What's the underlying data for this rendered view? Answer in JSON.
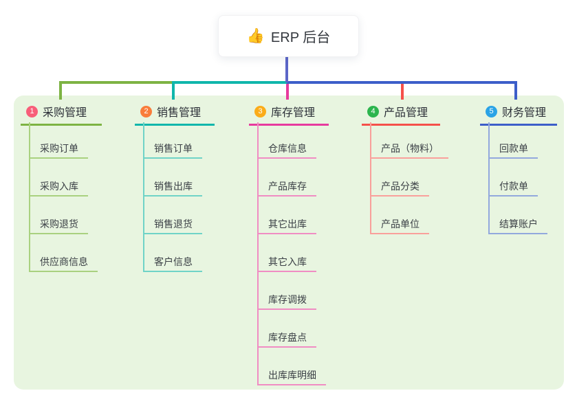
{
  "root": {
    "icon": "👍",
    "title": "ERP 后台"
  },
  "colors": {
    "page_bg": "#ffffff",
    "panel_bg": "#e8f5e0",
    "root_connector": "#5c66c8"
  },
  "branches": [
    {
      "number": "1",
      "title": "采购管理",
      "badge_color": "#f85e79",
      "line_color": "#7db343",
      "light_line_color": "#a9d17f",
      "children": [
        "采购订单",
        "采购入库",
        "采购退货",
        "供应商信息"
      ]
    },
    {
      "number": "2",
      "title": "销售管理",
      "badge_color": "#f97d3b",
      "line_color": "#10b6ab",
      "light_line_color": "#6fd3c7",
      "children": [
        "销售订单",
        "销售出库",
        "销售退货",
        "客户信息"
      ]
    },
    {
      "number": "3",
      "title": "库存管理",
      "badge_color": "#fbac19",
      "line_color": "#e73a9e",
      "light_line_color": "#f08cc3",
      "children": [
        "仓库信息",
        "产品库存",
        "其它出库",
        "其它入库",
        "库存调拨",
        "库存盘点",
        "出库库明细"
      ]
    },
    {
      "number": "4",
      "title": "产品管理",
      "badge_color": "#2cb54e",
      "line_color": "#f5504a",
      "light_line_color": "#f9a09b",
      "children": [
        "产品（物料）",
        "产品分类",
        "产品单位"
      ]
    },
    {
      "number": "5",
      "title": "财务管理",
      "badge_color": "#2aa3e6",
      "line_color": "#3c5ec9",
      "light_line_color": "#92a8dd",
      "children": [
        "回款单",
        "付款单",
        "结算账户"
      ]
    }
  ]
}
